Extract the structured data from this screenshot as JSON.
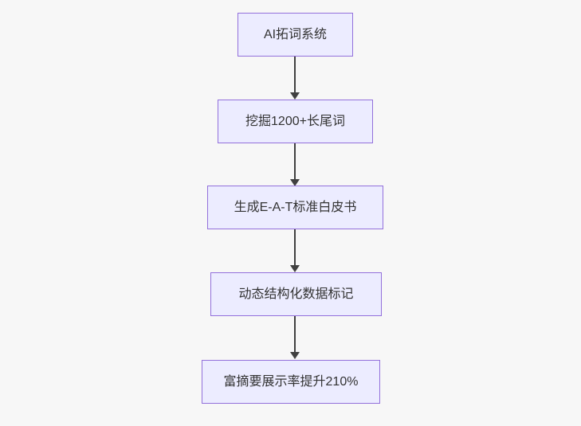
{
  "flowchart": {
    "type": "vertical-flow",
    "nodes": [
      {
        "id": "ai-expansion-system",
        "label": "AI拓词系统"
      },
      {
        "id": "longtail-mining",
        "label": "挖掘1200+长尾词"
      },
      {
        "id": "eat-whitepaper",
        "label": "生成E-A-T标准白皮书"
      },
      {
        "id": "structured-data-markup",
        "label": "动态结构化数据标记"
      },
      {
        "id": "rich-snippet-rate",
        "label": "富摘要展示率提升210%"
      }
    ],
    "edges": [
      {
        "from": "ai-expansion-system",
        "to": "longtail-mining",
        "arrow": "down"
      },
      {
        "from": "longtail-mining",
        "to": "eat-whitepaper",
        "arrow": "down"
      },
      {
        "from": "eat-whitepaper",
        "to": "structured-data-markup",
        "arrow": "down"
      },
      {
        "from": "structured-data-markup",
        "to": "rich-snippet-rate",
        "arrow": "down"
      }
    ],
    "colors": {
      "node_fill": "#ECECFF",
      "node_border": "#9370DB",
      "edge": "#404040",
      "text": "#333333",
      "background": "#f7f7f7"
    }
  }
}
